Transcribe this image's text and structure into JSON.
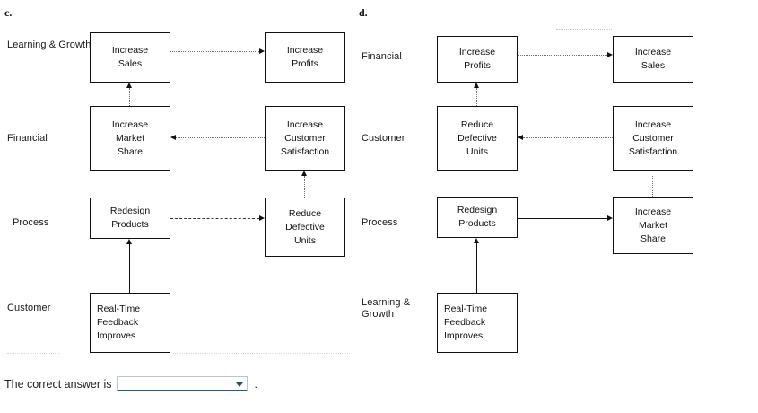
{
  "options": [
    {
      "letter": "c.",
      "perspectives": [
        "Learning & Growth",
        "Financial",
        "Process",
        "Customer"
      ],
      "nodes": [
        {
          "id": "c-r1-left",
          "lines": [
            "Increase",
            "Sales"
          ]
        },
        {
          "id": "c-r1-right",
          "lines": [
            "Increase",
            "Profits"
          ]
        },
        {
          "id": "c-r2-left",
          "lines": [
            "Increase",
            "Market",
            "Share"
          ]
        },
        {
          "id": "c-r2-right",
          "lines": [
            "Increase",
            "Customer",
            "Satisfaction"
          ]
        },
        {
          "id": "c-r3-left",
          "lines": [
            "Redesign",
            "Products"
          ]
        },
        {
          "id": "c-r3-right",
          "lines": [
            "Reduce",
            "Defective",
            "Units"
          ]
        },
        {
          "id": "c-r4-left",
          "lines": [
            "Real-Time",
            "Feedback",
            "Improves"
          ]
        }
      ]
    },
    {
      "letter": "d.",
      "perspectives": [
        "Financial",
        "Customer",
        "Process",
        "Learning & Growth"
      ],
      "nodes": [
        {
          "id": "d-r1-left",
          "lines": [
            "Increase",
            "Profits"
          ]
        },
        {
          "id": "d-r1-right",
          "lines": [
            "Increase",
            "Sales"
          ]
        },
        {
          "id": "d-r2-left",
          "lines": [
            "Reduce",
            "Defective",
            "Units"
          ]
        },
        {
          "id": "d-r2-right",
          "lines": [
            "Increase",
            "Customer",
            "Satisfaction"
          ]
        },
        {
          "id": "d-r3-left",
          "lines": [
            "Redesign",
            "Products"
          ]
        },
        {
          "id": "d-r3-right",
          "lines": [
            "Increase",
            "Market",
            "Share"
          ]
        },
        {
          "id": "d-r4-left",
          "lines": [
            "Real-Time",
            "Feedback",
            "Improves"
          ]
        }
      ]
    }
  ],
  "answer": {
    "prompt": "The correct answer is",
    "selected_value": "",
    "placeholder": "",
    "period": ".",
    "accent_color": "#1f5c8b"
  }
}
